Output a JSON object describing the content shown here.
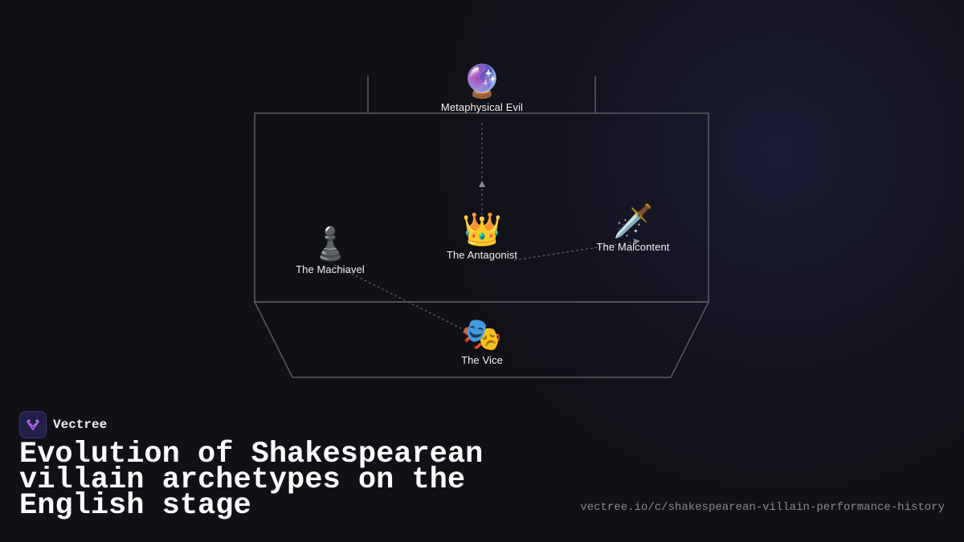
{
  "brand": {
    "name": "Vectree",
    "logo_icon": "vectree-logo-icon",
    "accent": "#b05cff"
  },
  "title": "Evolution of Shakespearean villain archetypes on the English stage",
  "url": "vectree.io/c/shakespearean-villain-performance-history",
  "diagram": {
    "nodes": [
      {
        "id": "metaphysical",
        "emoji": "🔮",
        "label": "Metaphysical Evil",
        "icon": "crystal-ball-icon"
      },
      {
        "id": "antagonist",
        "emoji": "👑",
        "label": "The Antagonist",
        "icon": "crown-icon"
      },
      {
        "id": "machiavel",
        "emoji": "♟️",
        "label": "The Machiavel",
        "icon": "chess-pawn-icon"
      },
      {
        "id": "malcontent",
        "emoji": "🗡️",
        "label": "The Malcontent",
        "icon": "dagger-icon"
      },
      {
        "id": "vice",
        "emoji": "🎭",
        "label": "The Vice",
        "icon": "theater-masks-icon"
      }
    ],
    "edges": [
      {
        "from": "antagonist",
        "to": "metaphysical"
      },
      {
        "from": "antagonist",
        "to": "malcontent"
      },
      {
        "from": "machiavel",
        "to": "vice"
      }
    ],
    "colors": {
      "frame": "#5a5a60",
      "edge": "#6e6e76",
      "label": "#f2f2f4",
      "background": "#111016"
    }
  }
}
